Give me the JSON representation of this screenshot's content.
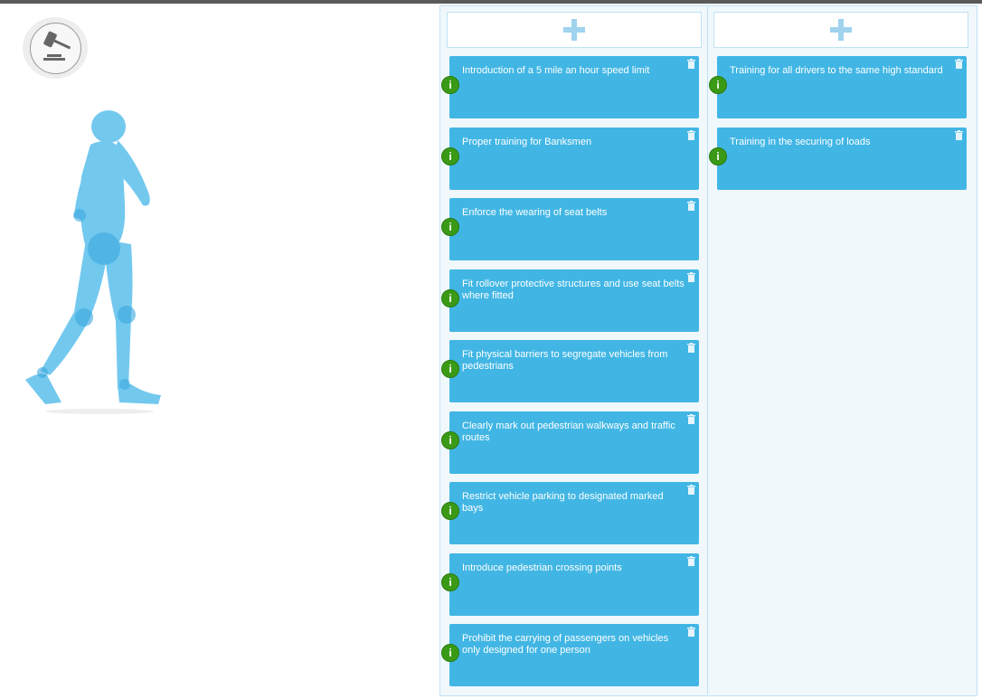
{
  "colors": {
    "card": "#41b6e4",
    "info": "#3a9a16",
    "border": "#bfe3f3"
  },
  "icons": {
    "header": "gavel-icon",
    "add": "plus-icon",
    "delete": "trash-icon",
    "info": "info-icon"
  },
  "columns": [
    {
      "cards": [
        {
          "text": "Introduction of a 5 mile an hour speed limit"
        },
        {
          "text": "Proper training for Banksmen"
        },
        {
          "text": "Enforce the wearing of seat belts"
        },
        {
          "text": "Fit rollover protective structures and use seat belts where fitted"
        },
        {
          "text": "Fit physical barriers to segregate vehicles from pedestrians"
        },
        {
          "text": "Clearly mark out pedestrian walkways and traffic routes"
        },
        {
          "text": "Restrict vehicle parking to designated marked bays"
        },
        {
          "text": "Introduce pedestrian crossing points"
        },
        {
          "text": "Prohibit the carrying of passengers on vehicles only designed for one person"
        }
      ]
    },
    {
      "cards": [
        {
          "text": "Training for all drivers to the same high standard"
        },
        {
          "text": "Training in the securing of loads"
        }
      ]
    }
  ],
  "info_label": "i"
}
